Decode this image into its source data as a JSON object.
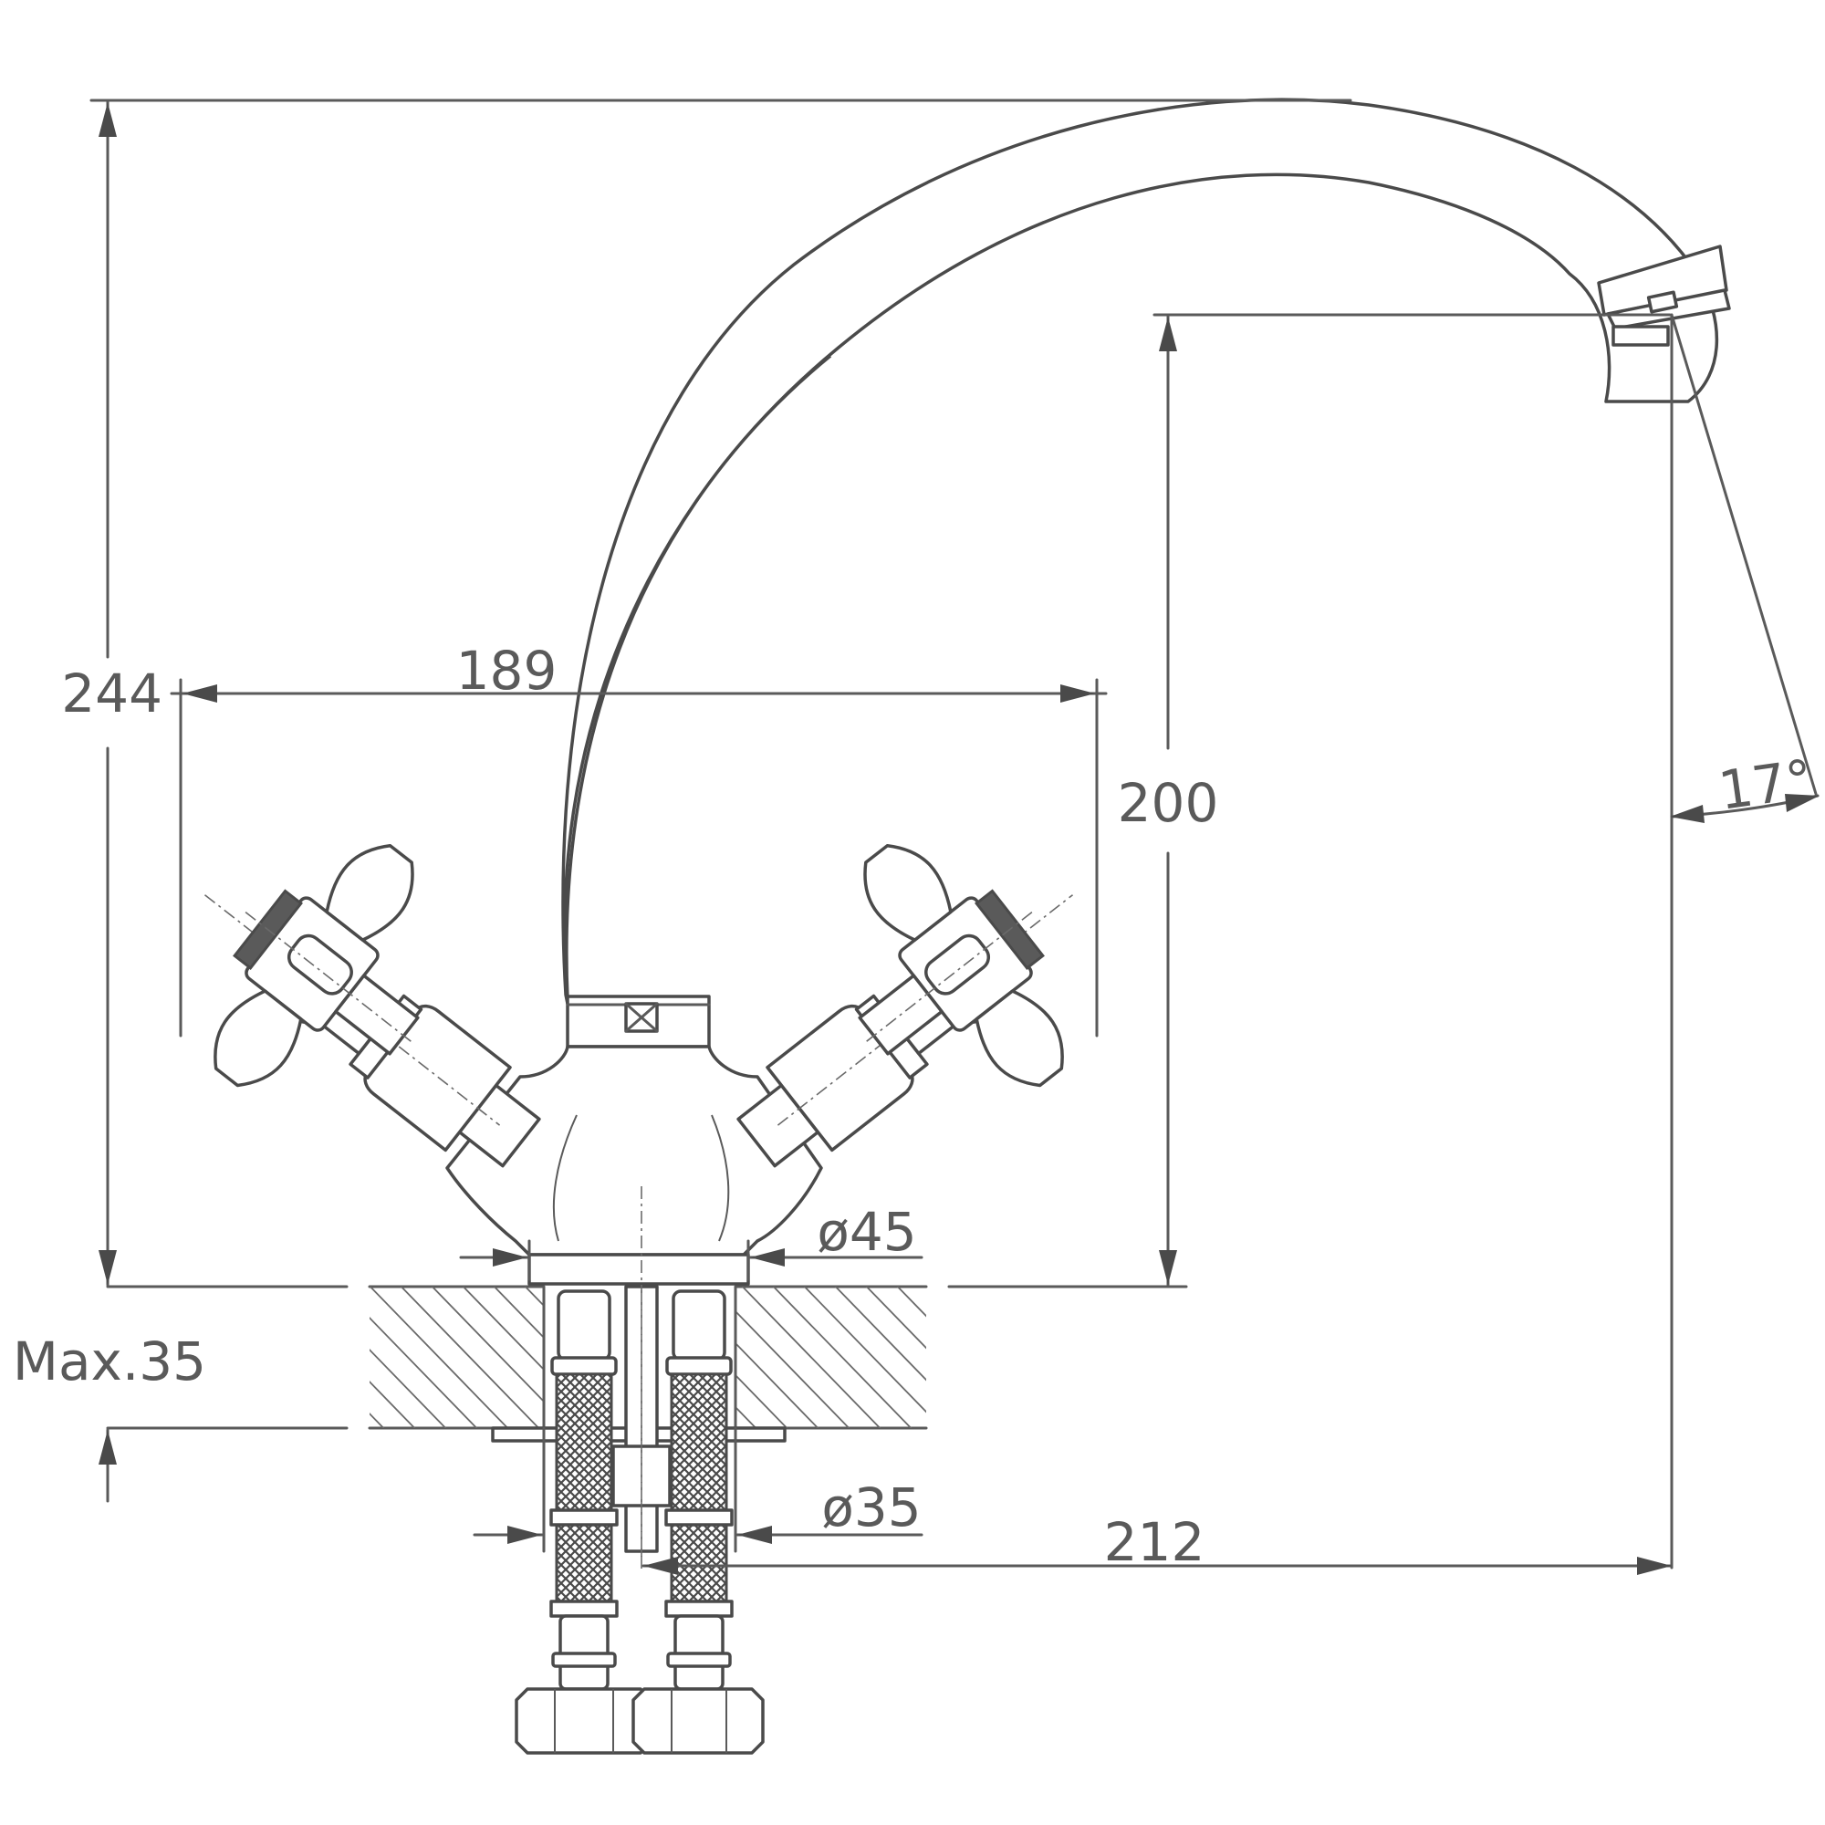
{
  "dimensions": {
    "total_height": "244",
    "handle_span": "189",
    "spout_clearance": "200",
    "spout_reach": "212",
    "base_diameter": "ø45",
    "hole_diameter": "ø35",
    "max_thickness": "Max.35",
    "swivel_angle": "17°"
  }
}
